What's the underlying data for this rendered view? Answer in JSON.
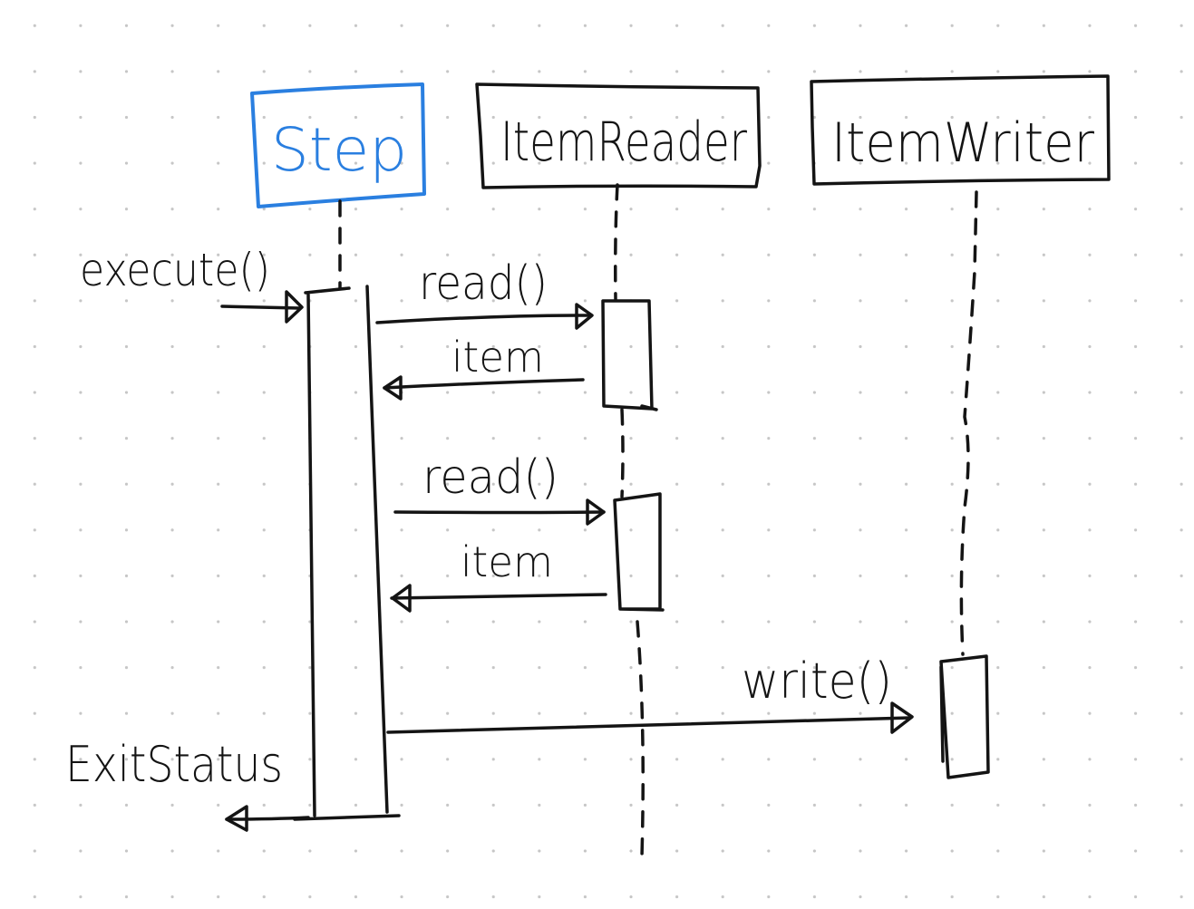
{
  "participants": {
    "step": "Step",
    "reader": "ItemReader",
    "writer": "ItemWriter"
  },
  "messages": {
    "execute": "execute()",
    "read1": "read()",
    "item1": "item",
    "read2": "read()",
    "item2": "item",
    "write": "write()",
    "exit": "ExitStatus"
  },
  "colors": {
    "ink": "#141414",
    "highlight": "#2a7fe0",
    "grid_dot": "#c6c6c6"
  }
}
